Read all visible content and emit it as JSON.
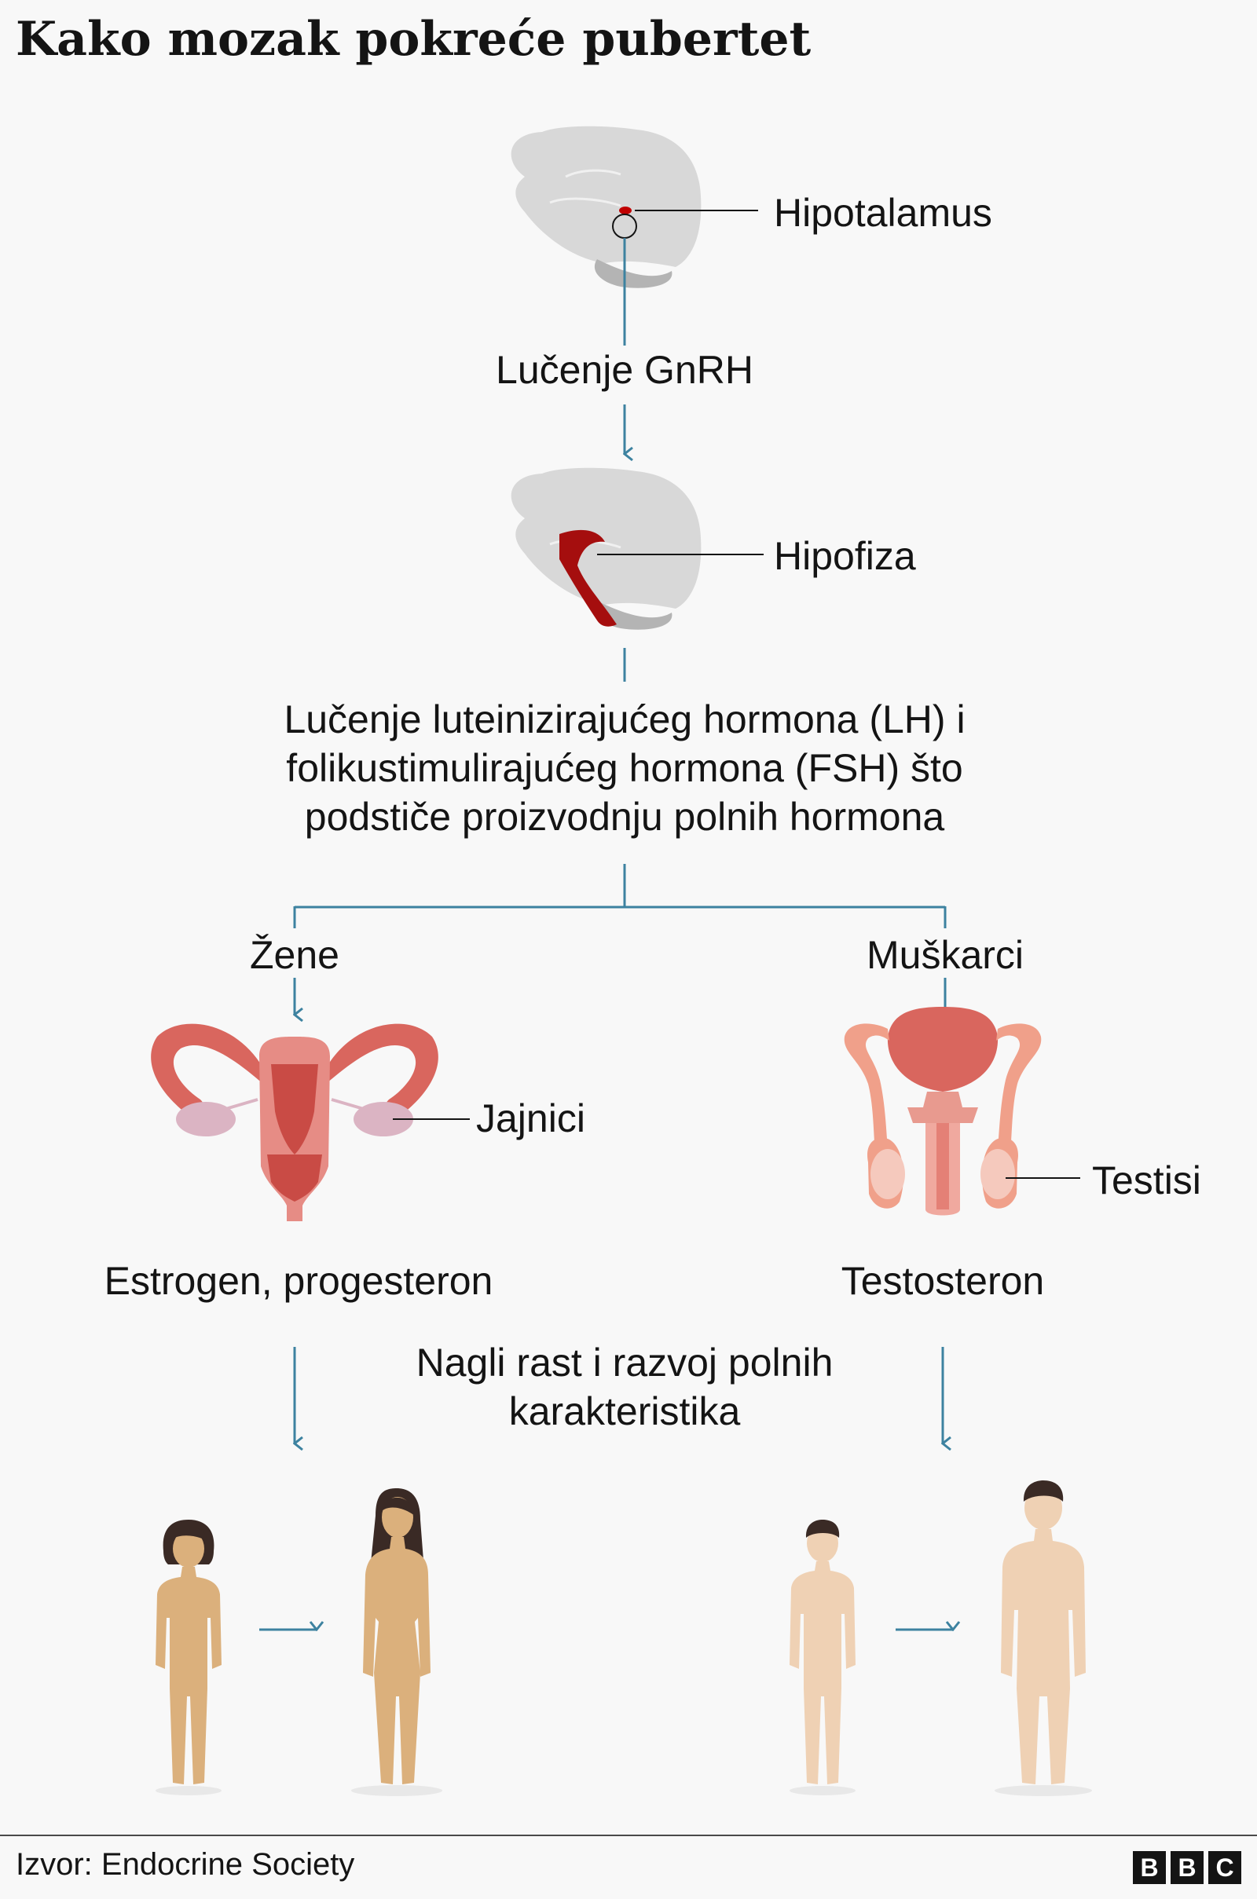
{
  "title": "Kako mozak pokreće pubertet",
  "labels": {
    "hypothalamus": "Hipotalamus",
    "gnrh": "Lučenje GnRH",
    "pituitary": "Hipofiza",
    "lh_fsh": [
      "Lučenje luteinizirajućeg hormona (LH) i",
      "folikustimulirajućeg hormona (FSH) što",
      "podstiče proizvodnju polnih hormona"
    ],
    "women": "Žene",
    "men": "Muškarci",
    "ovaries": "Jajnici",
    "testes": "Testisi",
    "female_hormones": "Estrogen, progesteron",
    "male_hormones": "Testosteron",
    "growth": [
      "Nagli rast i razvoj polnih",
      "karakteristika"
    ]
  },
  "footer": {
    "source": "Izvor: Endocrine Society",
    "logo": [
      "B",
      "B",
      "C"
    ]
  },
  "colors": {
    "background": "#f8f8f8",
    "brain_light": "#d8d8d8",
    "brain_dark": "#b4b4b4",
    "hypothalamus_red": "#c00000",
    "pituitary_red": "#a50e0e",
    "arrow_blue": "#3d82a0",
    "female_skin": "#dbb07c",
    "male_skin": "#efd1b4",
    "organ_red": "#d9665e",
    "ovary_pink": "#dbb4c3"
  },
  "icons": [
    "brain-icon",
    "uterus-icon",
    "male-reproductive-icon",
    "girl-icon",
    "woman-icon",
    "boy-icon",
    "man-icon"
  ]
}
